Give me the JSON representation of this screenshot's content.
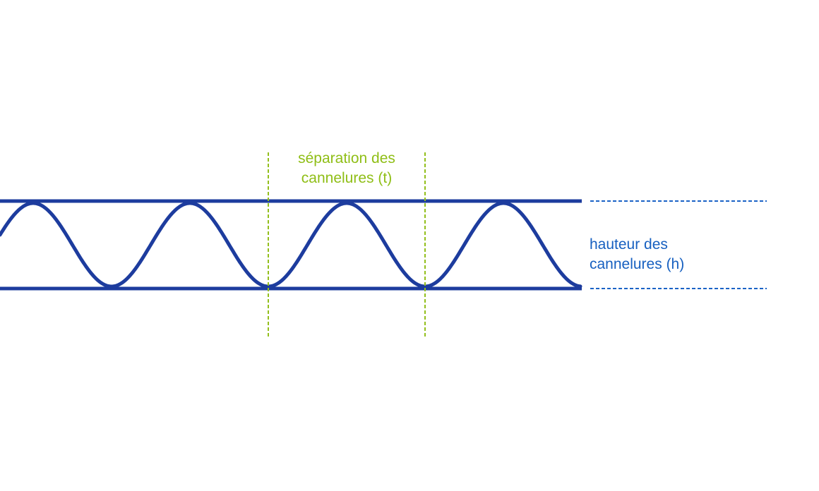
{
  "colors": {
    "board": "#1d3c9e",
    "guide_pitch": "#93bf1c",
    "guide_height": "#1b63c6",
    "label_pitch": "#8fbe16",
    "label_height": "#1760c0",
    "background": "#ffffff"
  },
  "labels": {
    "pitch": {
      "line1": "séparation des",
      "line2": "cannelures (t)"
    },
    "height": {
      "line1": "hauteur des",
      "line2": "cannelures (h)"
    }
  }
}
